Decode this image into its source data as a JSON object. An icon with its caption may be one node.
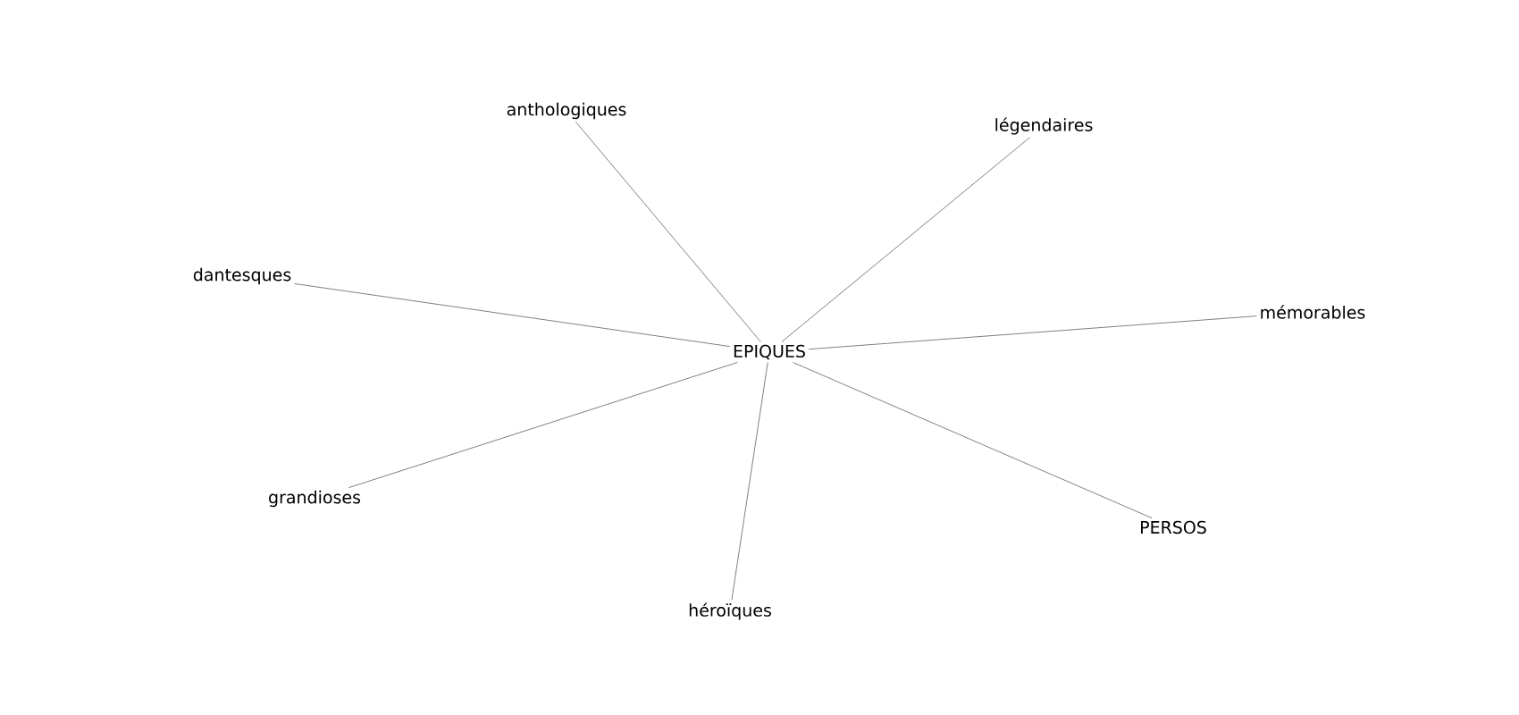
{
  "diagram": {
    "nodes": [
      {
        "text": [
          "anthologiques"
        ]
      },
      {
        "text": [
          "légendaires"
        ]
      },
      {
        "text": [
          "dantesques"
        ]
      },
      {
        "text": [
          "mémorables"
        ]
      },
      {
        "text": [
          "EPIQUES"
        ]
      },
      {
        "text": [
          "grandioses"
        ]
      },
      {
        "text": [
          "PERSOS"
        ]
      },
      {
        "text": [
          "héroïques"
        ]
      }
    ],
    "edges": [
      {
        "from": 4,
        "to": 0,
        "arrow": "none"
      },
      {
        "from": 4,
        "to": 1,
        "arrow": "none"
      },
      {
        "from": 4,
        "to": 2,
        "arrow": "none"
      },
      {
        "from": 4,
        "to": 3,
        "arrow": "none"
      },
      {
        "from": 4,
        "to": 5,
        "arrow": "none"
      },
      {
        "from": 4,
        "to": 6,
        "arrow": "none"
      },
      {
        "from": 4,
        "to": 7,
        "arrow": "none"
      }
    ]
  }
}
